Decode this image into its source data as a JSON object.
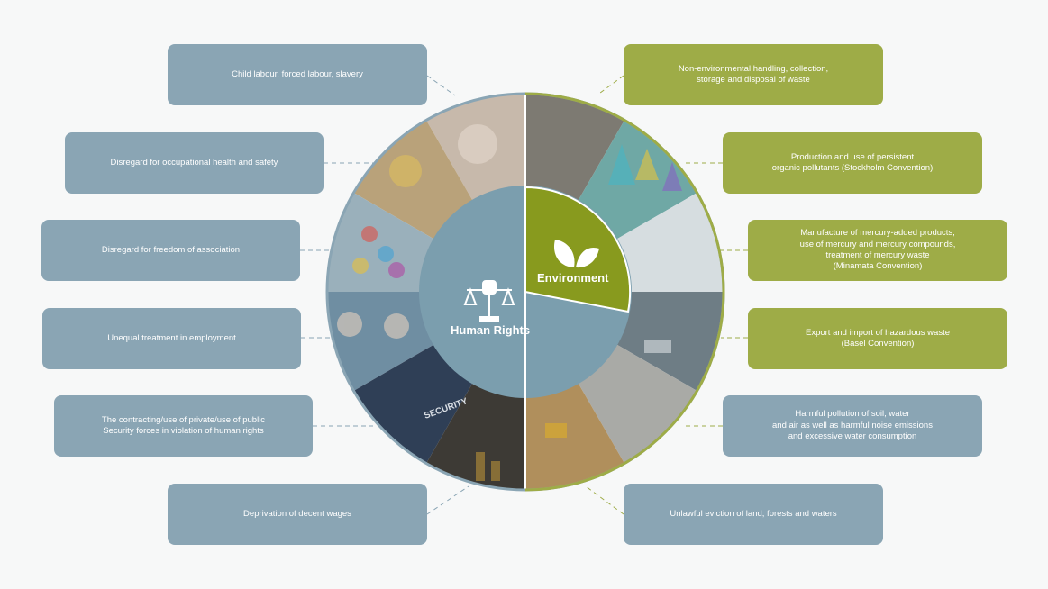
{
  "colors": {
    "human_rights": "#8aa5b4",
    "environment": "#9eac47",
    "environment_center": "#889a1e",
    "human_rights_center": "#7b9eae"
  },
  "center": {
    "human_rights_label": "Human Rights",
    "human_rights_icon": "scales-fist-icon",
    "environment_label": "Environment",
    "environment_icon": "leaves-icon"
  },
  "human_rights_items": [
    "Child labour, forced labour, slavery",
    "Disregard for occupational health and safety",
    "Disregard for freedom of association",
    "Unequal treatment in employment",
    "The contracting/use of private/use of public\nSecurity forces in violation of human rights",
    "Deprivation of decent wages"
  ],
  "environment_items": [
    "Non-environmental handling, collection,\nstorage and disposal of waste",
    "Production and use of persistent\norganic pollutants (Stockholm Convention)",
    "Manufacture of mercury-added products,\nuse of mercury and mercury compounds,\ntreatment of mercury waste\n(Minamata Convention)",
    "Export and import of hazardous waste\n(Basel Convention)",
    "Harmful pollution of soil, water\nand air as well as harmful noise emissions\nand excessive water consumption",
    "Unlawful eviction of land, forests and waters"
  ],
  "photo_text": "SECURITY"
}
